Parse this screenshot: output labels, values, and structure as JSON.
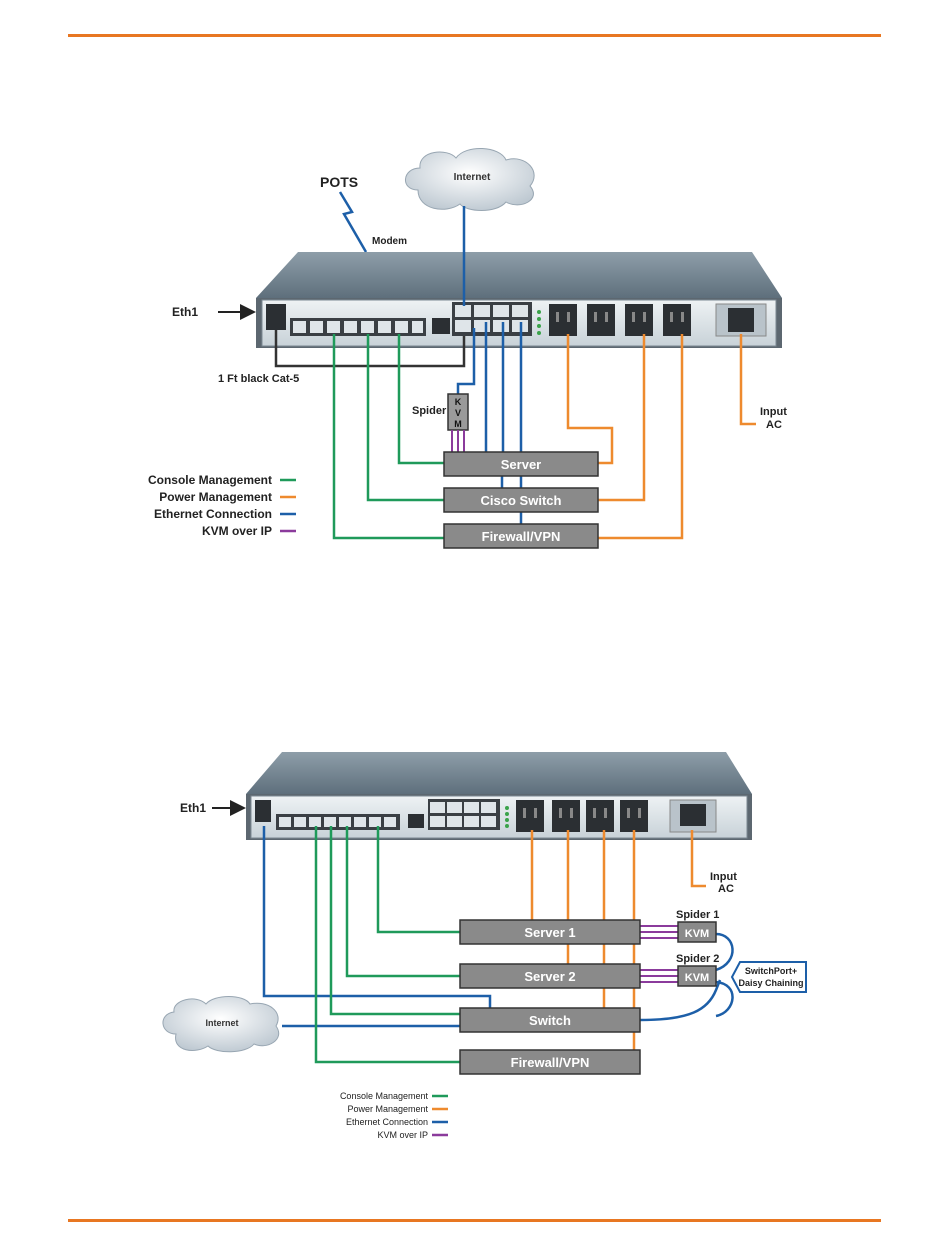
{
  "colors": {
    "accent_rule": "#e87722",
    "console": "#1f9a5a",
    "power": "#ee8a2e",
    "ethernet": "#1d5fa8",
    "kvm": "#8b3b9c",
    "box_fill": "#8a8a8a",
    "chassis_top": "#6f8190",
    "panel": "#d9e2e8"
  },
  "diagram1": {
    "labels": {
      "pots": "POTS",
      "internet": "Internet",
      "modem": "Modem",
      "eth1": "Eth1",
      "cat5": "1 Ft black Cat-5",
      "spider": "Spider",
      "kvm_letters": [
        "K",
        "V",
        "M"
      ],
      "input_ac_line1": "Input",
      "input_ac_line2": "AC"
    },
    "devices": [
      "Server",
      "Cisco Switch",
      "Firewall/VPN"
    ],
    "legend": [
      "Console Management",
      "Power Management",
      "Ethernet Connection",
      "KVM over IP"
    ]
  },
  "diagram2": {
    "labels": {
      "eth1": "Eth1",
      "internet": "Internet",
      "input_ac_line1": "Input",
      "input_ac_line2": "AC",
      "spider1": "Spider 1",
      "spider2": "Spider 2",
      "kvm1": "KVM",
      "kvm2": "KVM",
      "daisy_line1": "SwitchPort+",
      "daisy_line2": "Daisy Chaining"
    },
    "devices": [
      "Server 1",
      "Server 2",
      "Switch",
      "Firewall/VPN"
    ],
    "legend": [
      "Console Management",
      "Power Management",
      "Ethernet Connection",
      "KVM over IP"
    ]
  }
}
